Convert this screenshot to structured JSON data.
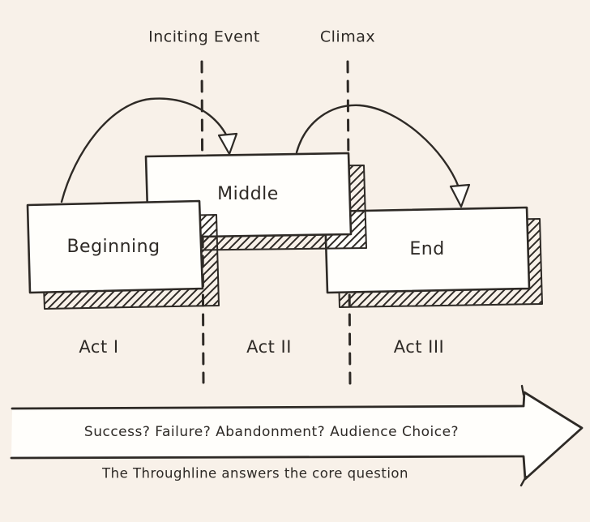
{
  "colors": {
    "background": "#f8f1e9",
    "ink": "#2e2a26",
    "box_fill": "#fffefb"
  },
  "diagram": {
    "annotations": {
      "inciting_event": "Inciting Event",
      "climax": "Climax"
    },
    "boxes": [
      {
        "label": "Beginning",
        "act": "Act I"
      },
      {
        "label": "Middle",
        "act": "Act II"
      },
      {
        "label": "End",
        "act": "Act III"
      }
    ],
    "throughline": {
      "question": "Success? Failure? Abandonment? Audience Choice?",
      "caption": "The Throughline answers the core question"
    }
  }
}
